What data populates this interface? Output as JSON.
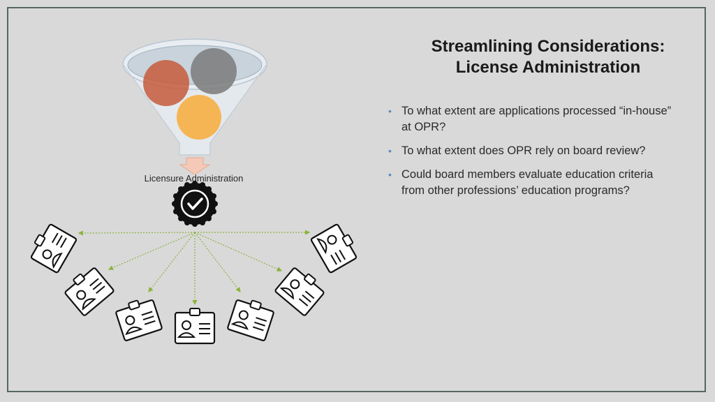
{
  "slide": {
    "title_line1": "Streamlining Considerations:",
    "title_line2": "License Administration",
    "bullets": [
      "To what extent are applications processed “in-house” at OPR?",
      "To what extent does OPR rely on board review?",
      "Could board members evaluate education criteria from other professions’ education programs?"
    ],
    "funnel_label": "Licensure Administration"
  },
  "colors": {
    "background": "#d9d9d9",
    "frame": "#56675f",
    "funnel_fill": "#e6ebf0",
    "circle_red": "#c55a3c",
    "circle_gray": "#7f7f7f",
    "circle_orange": "#f5b554",
    "arrow_green": "#8db33f",
    "bullet": "#5b8db8"
  },
  "icons": {
    "funnel": "funnel-icon",
    "badge": "verified-badge-icon",
    "cards": "id-card-icon"
  }
}
